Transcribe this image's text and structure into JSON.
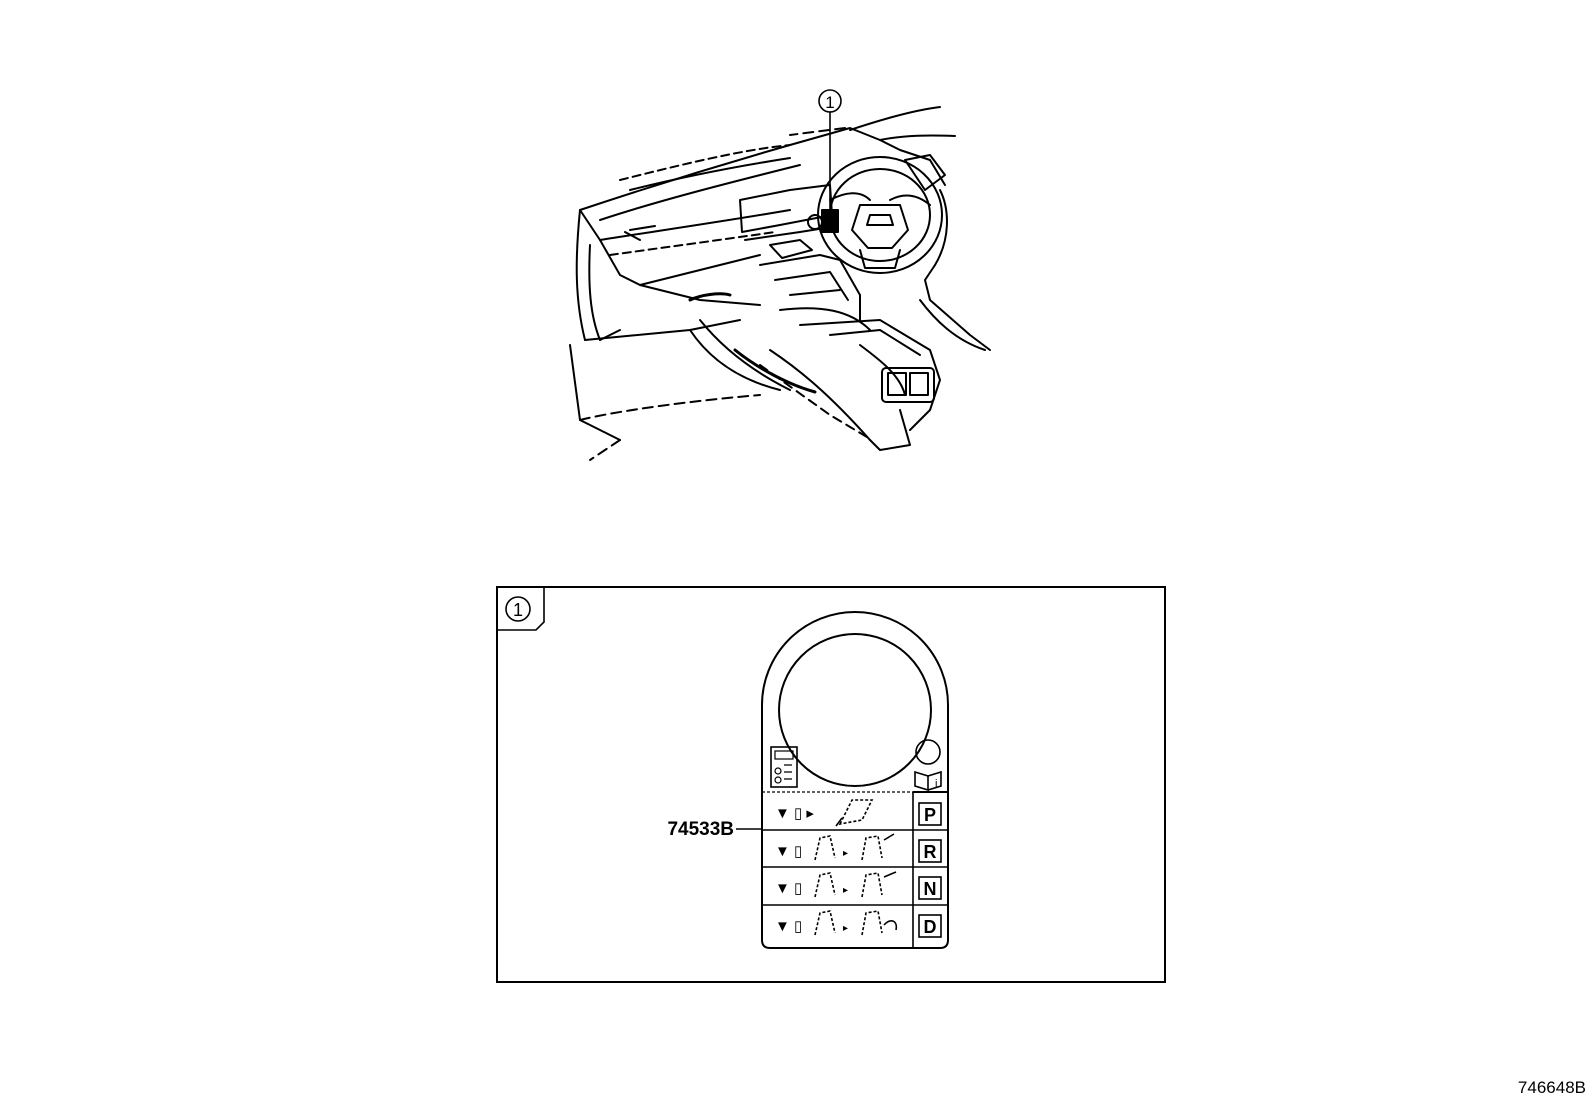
{
  "callout": {
    "marker": "1"
  },
  "detail": {
    "marker": "1",
    "part_number": "74533B",
    "gears": [
      "P",
      "R",
      "N",
      "D"
    ]
  },
  "figure_id": "746648B"
}
